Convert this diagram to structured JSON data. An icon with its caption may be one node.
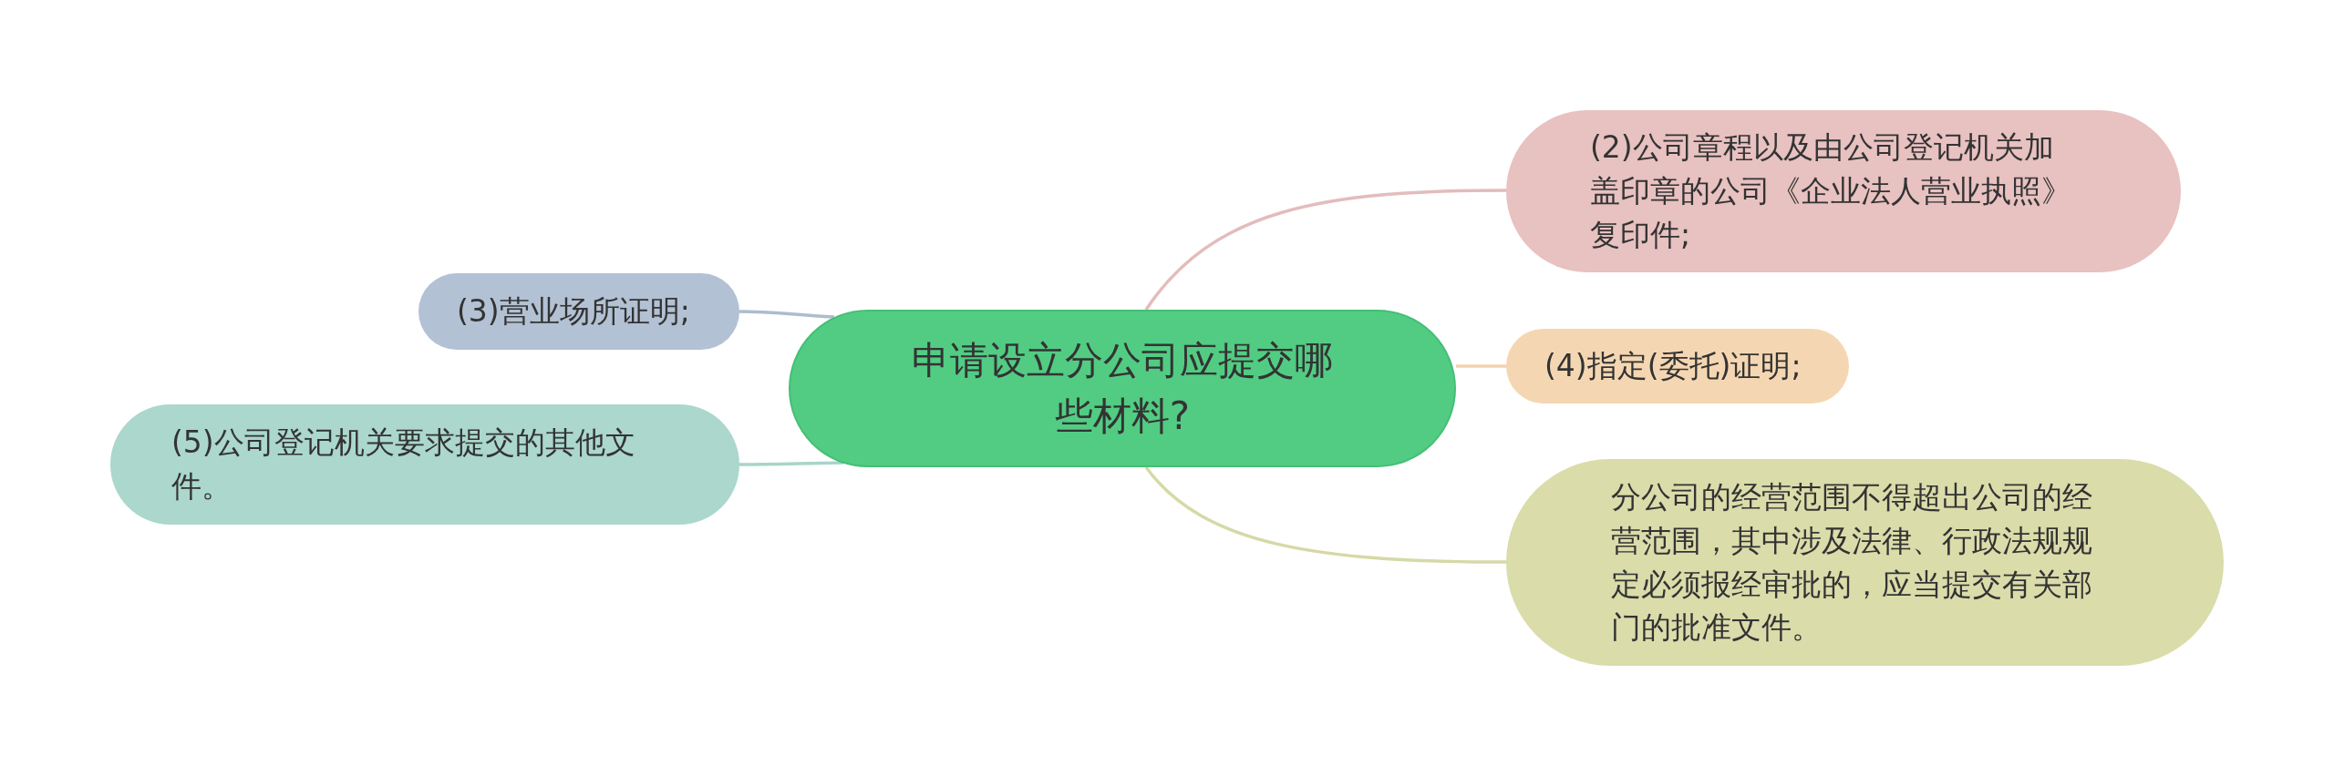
{
  "diagram": {
    "nodes": [
      {
        "text": [
          "申请设立分公司应提交哪些材料?"
        ]
      },
      {
        "text": [
          "(2)公司章程以及由公司登记机关加盖印章的公司《企业法人营业执照》复印件;"
        ]
      },
      {
        "text": [
          "(3)营业场所证明;"
        ]
      },
      {
        "text": [
          "(4)指定(委托)证明;"
        ]
      },
      {
        "text": [
          "(5)公司登记机关要求提交的其他文件。"
        ]
      },
      {
        "text": [
          "分公司的经营范围不得超出公司的经营范围，其中涉及法律、行政法规规定必须报经审批的，应当提交有关部门的批准文件。"
        ]
      }
    ],
    "edges": [
      {
        "from": 0,
        "to": 1,
        "arrow": "none",
        "color": "#e3bcbc"
      },
      {
        "from": 0,
        "to": 2,
        "arrow": "none",
        "color": "#adbccf"
      },
      {
        "from": 0,
        "to": 3,
        "arrow": "none",
        "color": "#f2d3ac"
      },
      {
        "from": 0,
        "to": 4,
        "arrow": "none",
        "color": "#a7d5ca"
      },
      {
        "from": 0,
        "to": 5,
        "arrow": "none",
        "color": "#d6d9a6"
      }
    ]
  }
}
